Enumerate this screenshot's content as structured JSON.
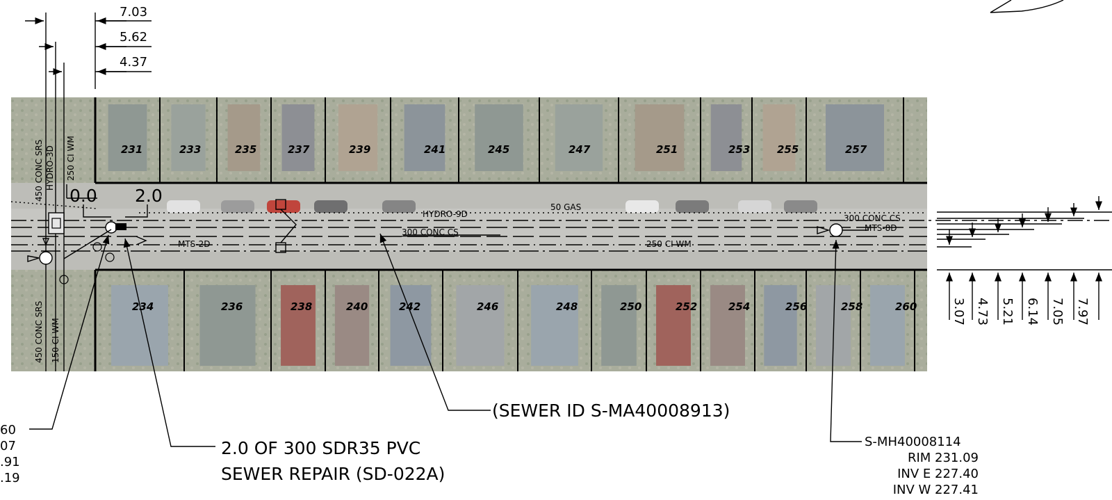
{
  "top_dimensions": [
    "7.03",
    "5.62",
    "4.37"
  ],
  "right_dimensions": [
    "3.07",
    "4.73",
    "5.21",
    "6.14",
    "7.05",
    "7.97"
  ],
  "lots_north": [
    "231",
    "233",
    "235",
    "237",
    "239",
    "241",
    "245",
    "247",
    "251",
    "253",
    "255",
    "257"
  ],
  "lots_south": [
    "234",
    "236",
    "238",
    "240",
    "242",
    "246",
    "248",
    "250",
    "252",
    "254",
    "256",
    "258",
    "260"
  ],
  "chainage": {
    "start": "0.0",
    "end": "2.0"
  },
  "west_utilities": {
    "north": [
      "450 CONC SRS",
      "HYDRO-3D",
      "250 CI WM"
    ],
    "south": [
      "450 CONC SRS",
      "150 CI WM"
    ]
  },
  "street_utilities": {
    "hydro": "HYDRO-9D",
    "gas": "50 GAS",
    "sewer": "300 CONC CS",
    "mts_west": "MTS-2D",
    "watermain": "250 CI WM",
    "sewer_east": "300 CONC CS",
    "mts_east": "MTS-8D"
  },
  "callouts": {
    "sewer_id": "(SEWER ID S-MA40008913)",
    "repair_line1": "2.0 OF 300 SDR35 PVC",
    "repair_line2": "SEWER REPAIR (SD-022A)",
    "manhole": [
      "S-MH40008114",
      "RIM 231.09",
      "INV E 227.40",
      "INV W 227.41"
    ],
    "west_manhole_partial": [
      "60",
      "07",
      ".91",
      ".19"
    ]
  },
  "colors": {
    "road": "#bdbdb8",
    "house_fill": "#8f9893",
    "yard": "#a8ad9d"
  }
}
